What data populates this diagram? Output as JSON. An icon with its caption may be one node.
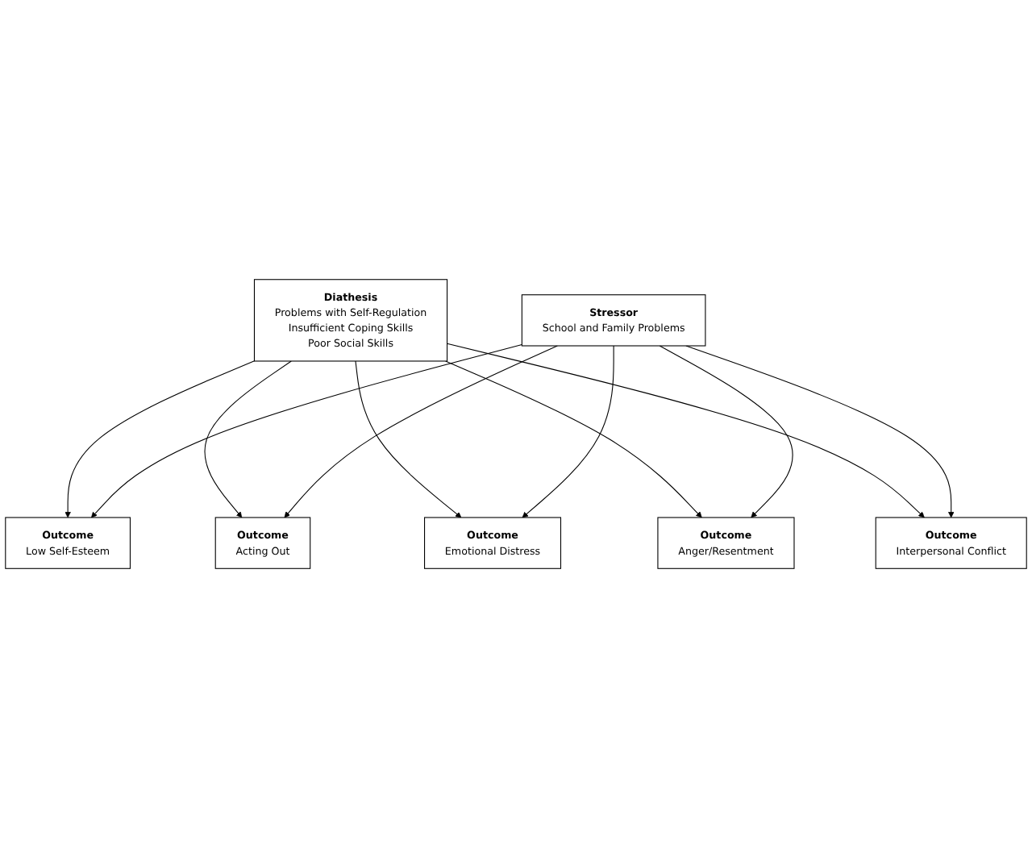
{
  "diagram": {
    "nodes": [
      {
        "text": [
          "Diathesis",
          "Problems with Self-Regulation",
          "Insufficient Coping Skills",
          "Poor Social Skills"
        ]
      },
      {
        "text": [
          "Stressor",
          "School and Family Problems"
        ]
      },
      {
        "text": [
          "Outcome",
          "Low Self-Esteem"
        ]
      },
      {
        "text": [
          "Outcome",
          "Acting Out"
        ]
      },
      {
        "text": [
          "Outcome",
          "Emotional Distress"
        ]
      },
      {
        "text": [
          "Outcome",
          "Anger/Resentment"
        ]
      },
      {
        "text": [
          "Outcome",
          "Interpersonal Conflict"
        ]
      }
    ],
    "edges": [
      {
        "from": 0,
        "to": 2,
        "arrow": "to"
      },
      {
        "from": 0,
        "to": 3,
        "arrow": "to"
      },
      {
        "from": 0,
        "to": 4,
        "arrow": "to"
      },
      {
        "from": 0,
        "to": 5,
        "arrow": "to"
      },
      {
        "from": 0,
        "to": 6,
        "arrow": "to"
      },
      {
        "from": 1,
        "to": 2,
        "arrow": "to"
      },
      {
        "from": 1,
        "to": 3,
        "arrow": "to"
      },
      {
        "from": 1,
        "to": 4,
        "arrow": "to"
      },
      {
        "from": 1,
        "to": 5,
        "arrow": "to"
      },
      {
        "from": 1,
        "to": 6,
        "arrow": "to"
      }
    ]
  }
}
